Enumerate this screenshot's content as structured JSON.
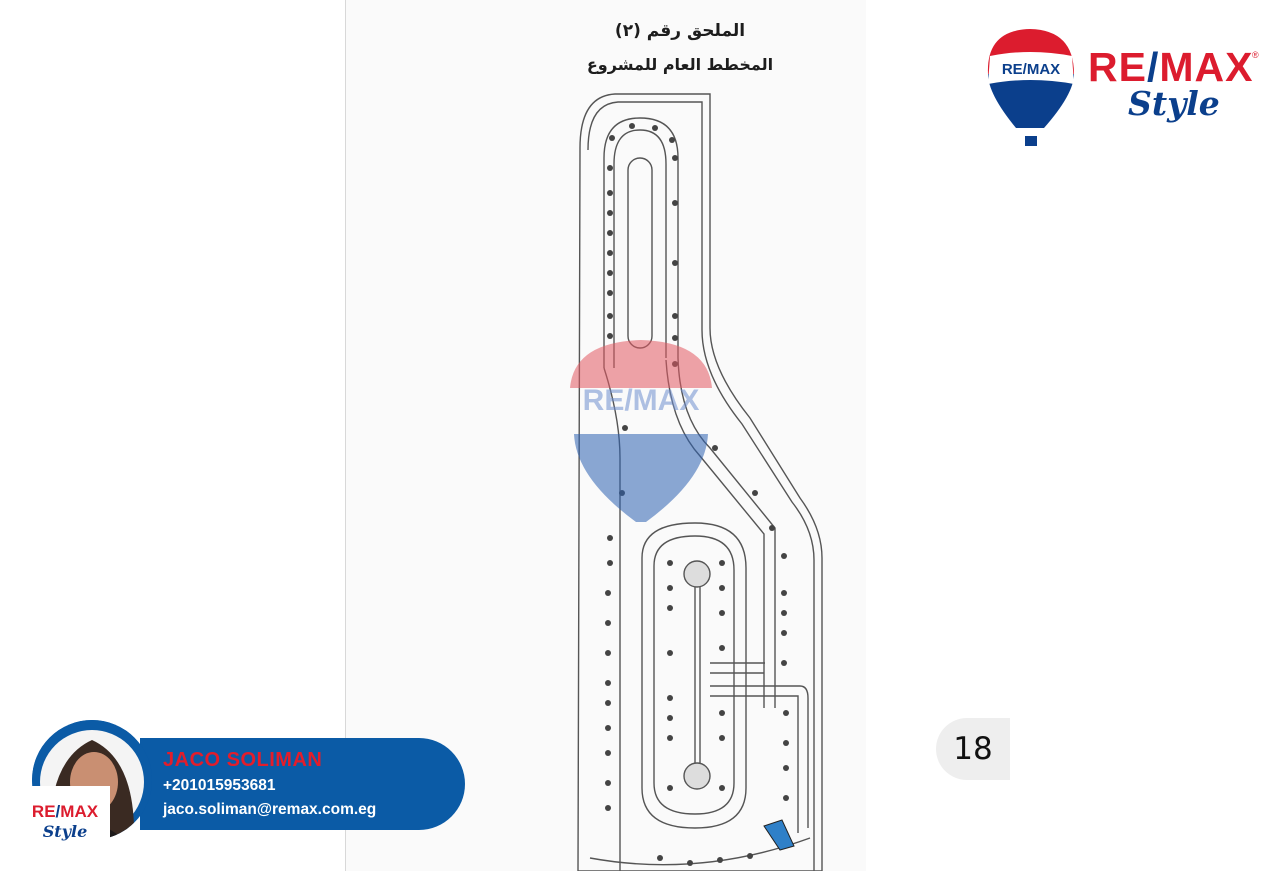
{
  "document": {
    "annex_title": "الملحق رقم (٢)",
    "plan_title": "المخطط العام للمشروع"
  },
  "branding": {
    "logo_text_left": "RE",
    "logo_text_slash": "/",
    "logo_text_right": "MAX",
    "logo_registered": "®",
    "logo_subtitle": "Style",
    "balloon_text": "RE/MAX",
    "watermark_text": "RE/MAX",
    "colors": {
      "red": "#dc1c2e",
      "blue": "#0b3f8c",
      "card_blue": "#0b5ba6"
    }
  },
  "page_badge": {
    "number": "18"
  },
  "agent": {
    "name": "JACO SOLIMAN",
    "phone": "+201015953681",
    "email": "jaco.soliman@remax.com.eg",
    "logo_left": "RE",
    "logo_slash": "/",
    "logo_right": "MAX",
    "logo_subtitle": "Style"
  },
  "icons": [
    "remax-balloon-icon",
    "remax-watermark-icon",
    "agent-avatar-icon",
    "site-plan-drawing"
  ]
}
